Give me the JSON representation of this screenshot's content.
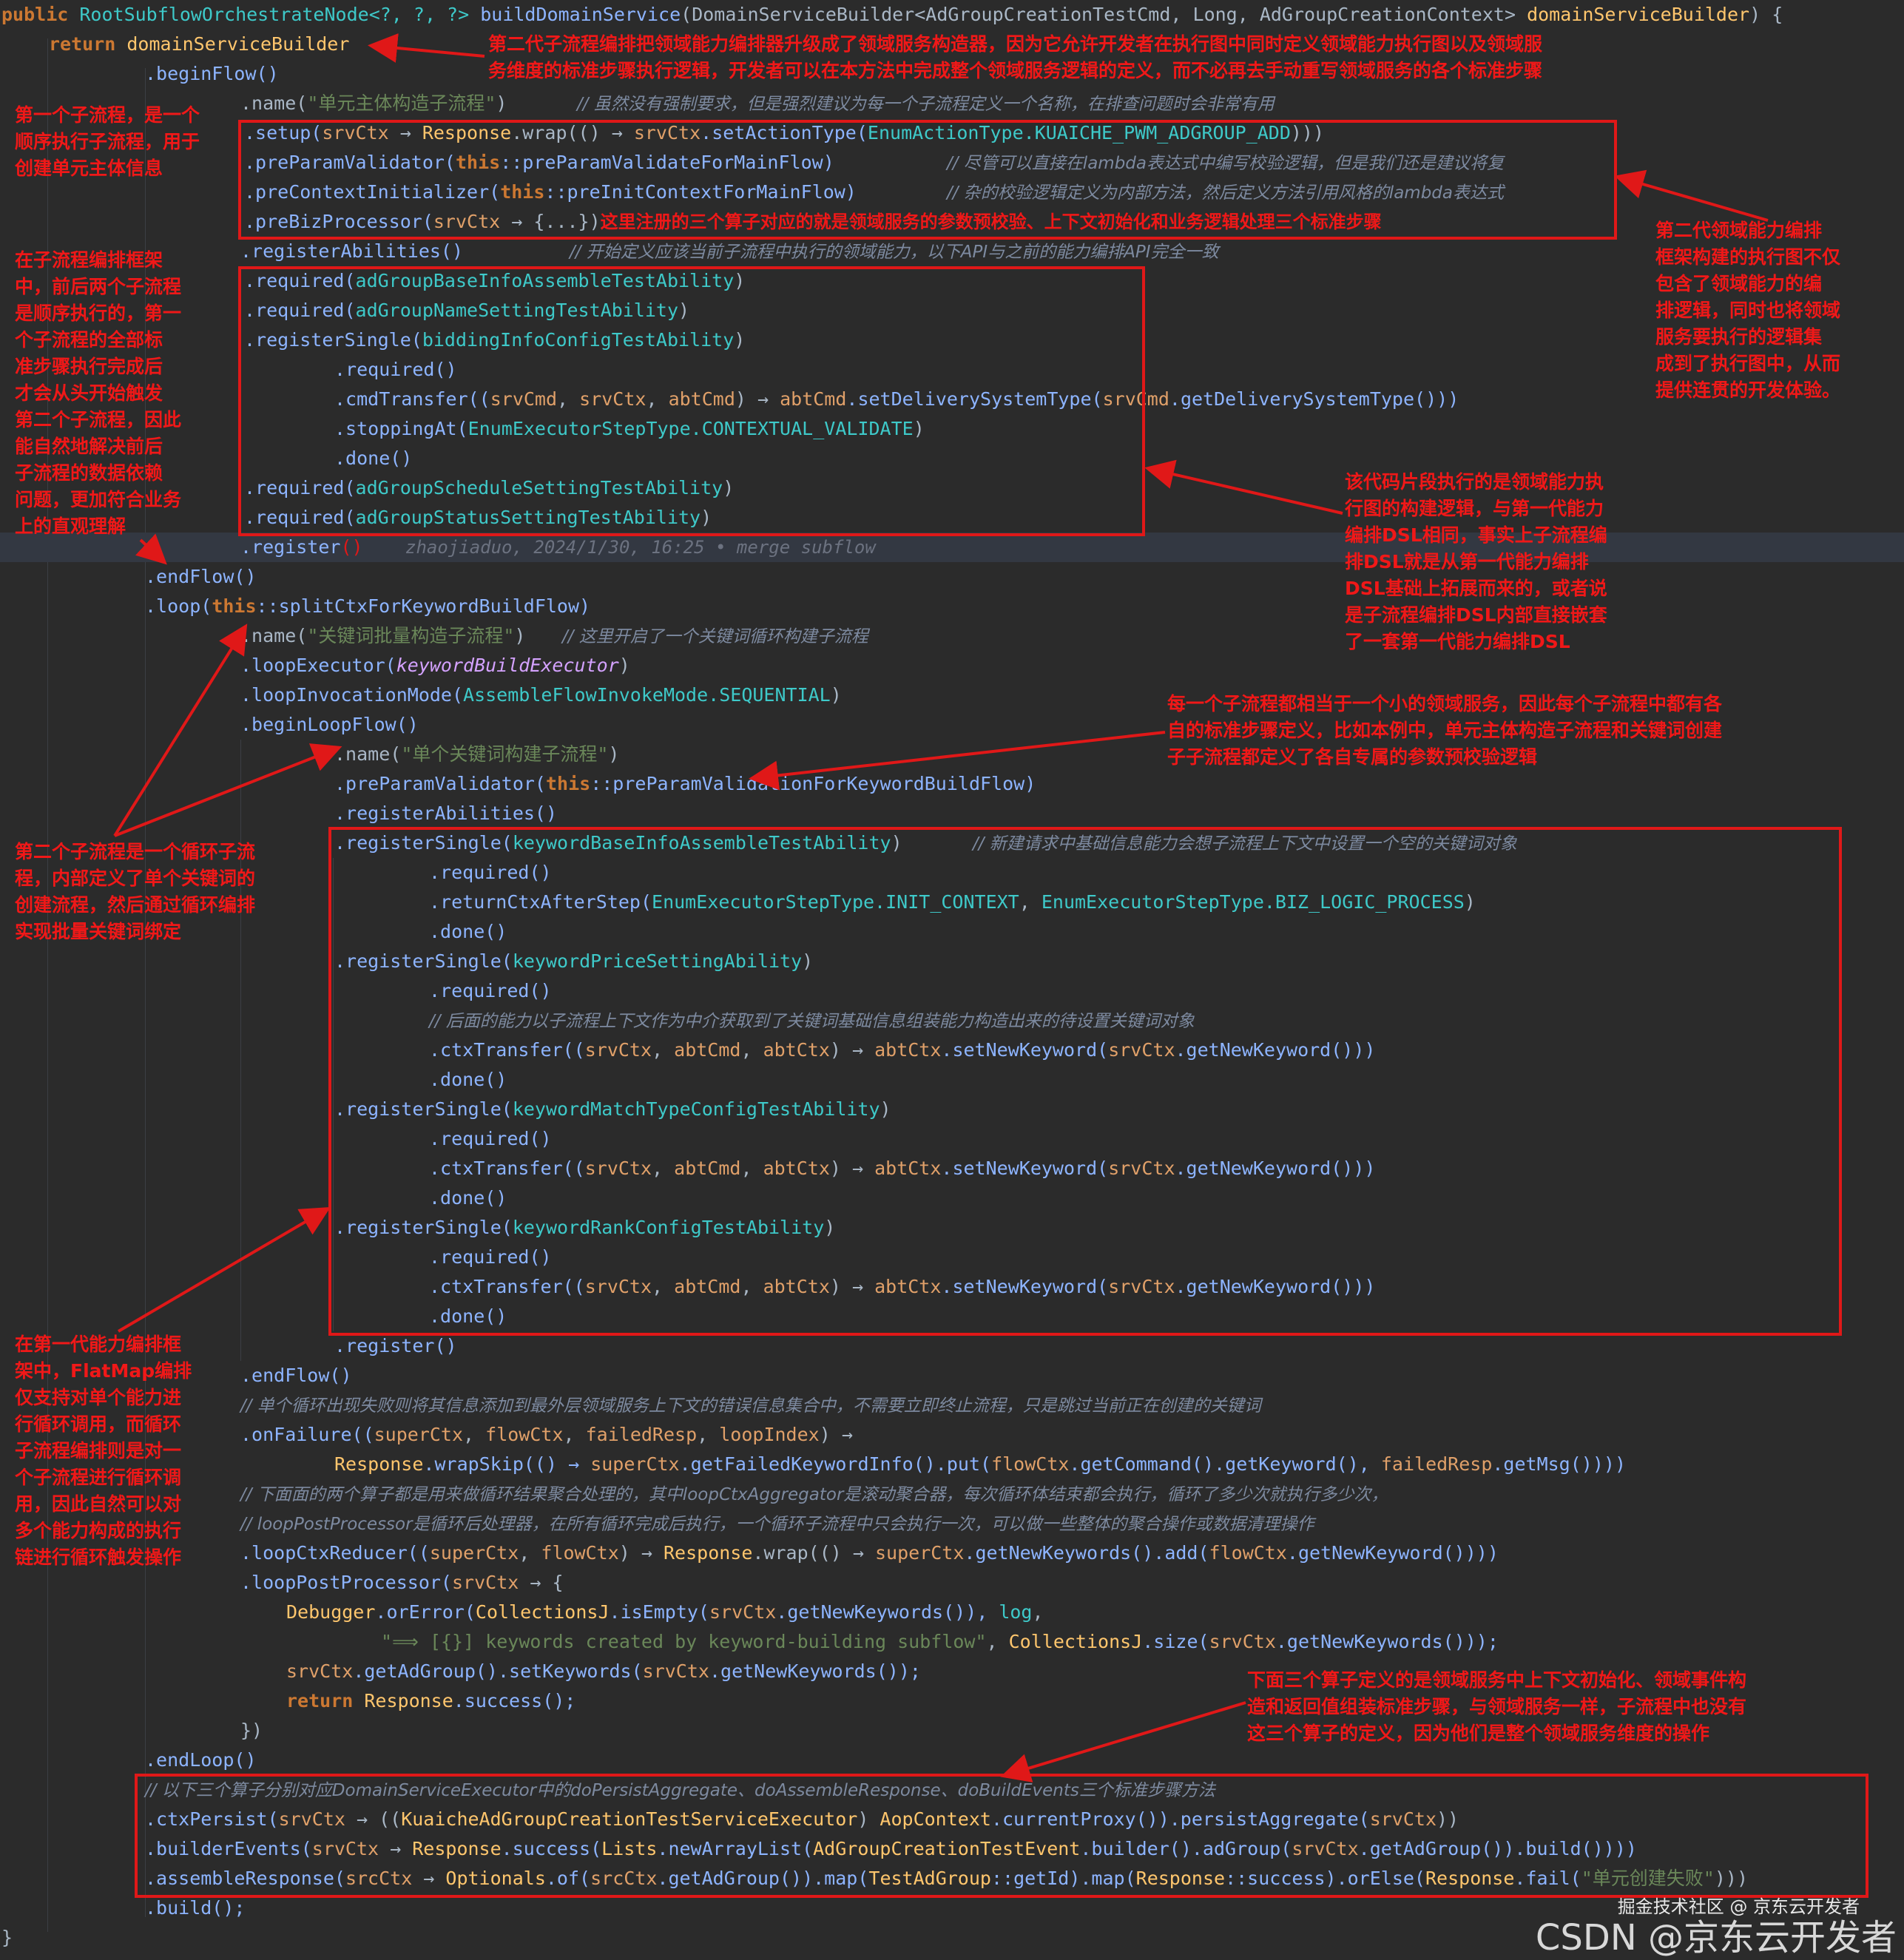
{
  "code": {
    "l01_a": "public ",
    "l01_b": "RootSubflowOrchestrateNode<?, ?, ?> ",
    "l01_c": "buildDomainService",
    "l01_d": "(DomainServiceBuilder<AdGroupCreationTestCmd, Long, AdGroupCreationContext> ",
    "l01_e": "domainServiceBuilder",
    "l01_f": ") {",
    "l02_a": "return ",
    "l02_b": "domainServiceBuilder",
    "l03": ".beginFlow()",
    "l04_a": ".name(",
    "l04_b": "\"单元主体构造子流程\"",
    "l04_c": ")",
    "l04_d": "// 虽然没有强制要求，但是强烈建议为每一个子流程定义一个名称，在排查问题时会非常有用",
    "l05_a": ".setup(",
    "l05_b": "srvCtx",
    "l05_c": " → ",
    "l05_d": "Response",
    "l05_e": ".wrap(() → ",
    "l05_f": "srvCtx",
    "l05_g": ".setActionType(",
    "l05_h": "EnumActionType.KUAICHE_PWM_ADGROUP_ADD",
    "l05_i": ")))",
    "l06_a": ".preParamValidator(",
    "l06_b": "this",
    "l06_c": "::preParamValidateForMainFlow)",
    "l06_d": "// 尽管可以直接在lambda表达式中编写校验逻辑，但是我们还是建议将复",
    "l07_a": ".preContextInitializer(",
    "l07_b": "this",
    "l07_c": "::preInitContextForMainFlow)",
    "l07_d": "// 杂的校验逻辑定义为内部方法，然后定义方法引用风格的lambda表达式",
    "l08_a": ".preBizProcessor(",
    "l08_b": "srvCtx",
    "l08_c": " → {...})",
    "l08_d": "这里注册的三个算子对应的就是领域服务的参数预校验、上下文初始化和业务逻辑处理三个标准步骤",
    "l09_a": ".registerAbilities()",
    "l09_b": "// 开始定义应该当前子流程中执行的领域能力，以下API与之前的能力编排API完全一致",
    "l10_a": ".required(",
    "l10_b": "adGroupBaseInfoAssembleTestAbility",
    "l10_c": ")",
    "l11_a": ".required(",
    "l11_b": "adGroupNameSettingTestAbility",
    "l11_c": ")",
    "l12_a": ".registerSingle(",
    "l12_b": "biddingInfoConfigTestAbility",
    "l12_c": ")",
    "l13": ".required()",
    "l14_a": ".cmdTransfer((",
    "l14_b": "srvCmd",
    "l14_c": ", ",
    "l14_d": "srvCtx",
    "l14_e": ", ",
    "l14_f": "abtCmd",
    "l14_g": ") → ",
    "l14_h": "abtCmd",
    "l14_i": ".setDeliverySystemType(",
    "l14_j": "srvCmd",
    "l14_k": ".getDeliverySystemType()))",
    "l15_a": ".stoppingAt(",
    "l15_b": "EnumExecutorStepType.CONTEXTUAL_VALIDATE",
    "l15_c": ")",
    "l16": ".done()",
    "l17_a": ".required(",
    "l17_b": "adGroupScheduleSettingTestAbility",
    "l17_c": ")",
    "l18_a": ".required(",
    "l18_b": "adGroupStatusSettingTestAbility",
    "l18_c": ")",
    "l19_a": ".register",
    "l19_b": "()",
    "l19_blame": "zhaojiaduo, 2024/1/30, 16:25 • merge subflow",
    "l20": ".endFlow()",
    "l21_a": ".loop(",
    "l21_b": "this",
    "l21_c": "::splitCtxForKeywordBuildFlow)",
    "l22_a": ".name(",
    "l22_b": "\"关键词批量构造子流程\"",
    "l22_c": ")",
    "l22_d": "// 这里开启了一个关键词循环构建子流程",
    "l23_a": ".loopExecutor(",
    "l23_b": "keywordBuildExecutor",
    "l23_c": ")",
    "l24_a": ".loopInvocationMode(",
    "l24_b": "AssembleFlowInvokeMode.SEQUENTIAL",
    "l24_c": ")",
    "l25": ".beginLoopFlow()",
    "l26_a": ".name(",
    "l26_b": "\"单个关键词构建子流程\"",
    "l26_c": ")",
    "l27_a": ".preParamValidator(",
    "l27_b": "this",
    "l27_c": "::preParamValidationForKeywordBuildFlow)",
    "l28": ".registerAbilities()",
    "l29_a": ".registerSingle(",
    "l29_b": "keywordBaseInfoAssembleTestAbility",
    "l29_c": ")",
    "l29_d": "// 新建请求中基础信息能力会想子流程上下文中设置一个空的关键词对象",
    "l30": ".required()",
    "l31_a": ".returnCtxAfterStep(",
    "l31_b": "EnumExecutorStepType.INIT_CONTEXT",
    "l31_c": ", ",
    "l31_d": "EnumExecutorStepType.BIZ_LOGIC_PROCESS",
    "l31_e": ")",
    "l32": ".done()",
    "l33_a": ".registerSingle(",
    "l33_b": "keywordPriceSettingAbility",
    "l33_c": ")",
    "l34": ".required()",
    "l35": "// 后面的能力以子流程上下文作为中介获取到了关键词基础信息组装能力构造出来的待设置关键词对象",
    "l36_a": ".ctxTransfer((",
    "l36_b": "srvCtx",
    "l36_c": ", ",
    "l36_d": "abtCmd",
    "l36_e": ", ",
    "l36_f": "abtCtx",
    "l36_g": ") → ",
    "l36_h": "abtCtx",
    "l36_i": ".setNewKeyword(",
    "l36_j": "srvCtx",
    "l36_k": ".getNewKeyword()))",
    "l37": ".done()",
    "l38_a": ".registerSingle(",
    "l38_b": "keywordMatchTypeConfigTestAbility",
    "l38_c": ")",
    "l39": ".required()",
    "l40_a": ".ctxTransfer((",
    "l40_b": "srvCtx",
    "l40_c": ", ",
    "l40_d": "abtCmd",
    "l40_e": ", ",
    "l40_f": "abtCtx",
    "l40_g": ") → ",
    "l40_h": "abtCtx",
    "l40_i": ".setNewKeyword(",
    "l40_j": "srvCtx",
    "l40_k": ".getNewKeyword()))",
    "l41": ".done()",
    "l42_a": ".registerSingle(",
    "l42_b": "keywordRankConfigTestAbility",
    "l42_c": ")",
    "l43": ".required()",
    "l44_a": ".ctxTransfer((",
    "l44_b": "srvCtx",
    "l44_c": ", ",
    "l44_d": "abtCmd",
    "l44_e": ", ",
    "l44_f": "abtCtx",
    "l44_g": ") → ",
    "l44_h": "abtCtx",
    "l44_i": ".setNewKeyword(",
    "l44_j": "srvCtx",
    "l44_k": ".getNewKeyword()))",
    "l45": ".done()",
    "l46": ".register()",
    "l47": ".endFlow()",
    "l48": "// 单个循环出现失败则将其信息添加到最外层领域服务上下文的错误信息集合中，不需要立即终止流程，只是跳过当前正在创建的关键词",
    "l49_a": ".onFailure((",
    "l49_b": "superCtx",
    "l49_c": ", ",
    "l49_d": "flowCtx",
    "l49_e": ", ",
    "l49_f": "failedResp",
    "l49_g": ", ",
    "l49_h": "loopIndex",
    "l49_i": ") →",
    "l50_a": "Response",
    "l50_b": ".wrapSkip(() → ",
    "l50_c": "superCtx",
    "l50_d": ".getFailedKeywordInfo().put(",
    "l50_e": "flowCtx",
    "l50_f": ".getCommand().getKeyword(), ",
    "l50_g": "failedResp",
    "l50_h": ".getMsg())))",
    "l51": "// 下面面的两个算子都是用来做循环结果聚合处理的，其中loopCtxAggregator是滚动聚合器，每次循环体结束都会执行，循环了多少次就执行多少次，",
    "l52": "// loopPostProcessor是循环后处理器，在所有循环完成后执行，一个循环子流程中只会执行一次，可以做一些整体的聚合操作或数据清理操作",
    "l53_a": ".loopCtxReducer((",
    "l53_b": "superCtx",
    "l53_c": ", ",
    "l53_d": "flowCtx",
    "l53_e": ") → ",
    "l53_f": "Response",
    "l53_g": ".wrap(() → ",
    "l53_h": "superCtx",
    "l53_i": ".getNewKeywords().add(",
    "l53_j": "flowCtx",
    "l53_k": ".getNewKeyword())))",
    "l54_a": ".loopPostProcessor(",
    "l54_b": "srvCtx",
    "l54_c": " → {",
    "l55_a": "Debugger",
    "l55_b": ".orError(",
    "l55_c": "CollectionsJ",
    "l55_d": ".isEmpty(",
    "l55_e": "srvCtx",
    "l55_f": ".getNewKeywords()), ",
    "l55_g": "log",
    "l55_h": ",",
    "l56_a": "\"⟹ [{}] keywords created by keyword-building subflow\"",
    "l56_b": ", ",
    "l56_c": "CollectionsJ",
    "l56_d": ".size(",
    "l56_e": "srvCtx",
    "l56_f": ".getNewKeywords()));",
    "l57_a": "srvCtx",
    "l57_b": ".getAdGroup().setKeywords(",
    "l57_c": "srvCtx",
    "l57_d": ".getNewKeywords());",
    "l58_a": "return ",
    "l58_b": "Response",
    "l58_c": ".success();",
    "l59": "})",
    "l60": ".endLoop()",
    "l61": "// 以下三个算子分别对应DomainServiceExecutor中的doPersistAggregate、doAssembleResponse、doBuildEvents三个标准步骤方法",
    "l62_a": ".ctxPersist(",
    "l62_b": "srvCtx",
    "l62_c": " → ((",
    "l62_d": "KuaicheAdGroupCreationTestServiceExecutor",
    "l62_e": ") ",
    "l62_f": "AopContext",
    "l62_g": ".currentProxy()).persistAggregate(",
    "l62_h": "srvCtx",
    "l62_i": "))",
    "l63_a": ".builderEvents(",
    "l63_b": "srvCtx",
    "l63_c": " → ",
    "l63_d": "Response",
    "l63_e": ".success(",
    "l63_f": "Lists",
    "l63_g": ".newArrayList(",
    "l63_h": "AdGroupCreationTestEvent",
    "l63_i": ".builder().adGroup(",
    "l63_j": "srvCtx",
    "l63_k": ".getAdGroup()).build())))",
    "l64_a": ".assembleResponse(",
    "l64_b": "srcCtx",
    "l64_c": " → ",
    "l64_d": "Optionals",
    "l64_e": ".of(",
    "l64_f": "srcCtx",
    "l64_g": ".getAdGroup()).map(",
    "l64_h": "TestAdGroup",
    "l64_i": "::getId).map(",
    "l64_j": "Response",
    "l64_k": "::success).orElse(",
    "l64_l": "Response",
    "l64_m": ".fail(",
    "l64_n": "\"单元创建失败\"",
    "l64_o": ")))",
    "l65": ".build();",
    "l66": "}"
  },
  "annotations": {
    "a1": [
      "第二代子流程编排把领域能力编排器升级成了领域服务构造器，因为它允许开发者在执行图中同时定义领域能力执行图以及领域服",
      "务维度的标准步骤执行逻辑，开发者可以在本方法中完成整个领域服务逻辑的定义，而不必再去手动重写领域服务的各个标准步骤"
    ],
    "a2": [
      "第一个子流程，是一个",
      "顺序执行子流程，用于",
      "创建单元主体信息"
    ],
    "a3": [
      "在子流程编排框架",
      "中，前后两个子流程",
      "是顺序执行的，第一",
      "个子流程的全部标",
      "准步骤执行完成后",
      "才会从头开始触发",
      "第二个子流程，因此",
      "能自然地解决前后",
      "子流程的数据依赖",
      "问题，更加符合业务",
      "上的直观理解"
    ],
    "a4": [
      "第二代领域能力编排",
      "框架构建的执行图不仅",
      "包含了领域能力的编",
      "排逻辑，同时也将领域",
      "服务要执行的逻辑集",
      "成到了执行图中，从而",
      "提供连贯的开发体验。"
    ],
    "a5": [
      "该代码片段执行的是领域能力执",
      "行图的构建逻辑，与第一代能力",
      "编排DSL相同，事实上子流程编",
      "排DSL就是从第一代能力编排",
      "DSL基础上拓展而来的，或者说",
      "是子流程编排DSL内部直接嵌套",
      "了一套第一代能力编排DSL"
    ],
    "a6": [
      "每一个子流程都相当于一个小的领域服务，因此每个子流程中都有各",
      "自的标准步骤定义，比如本例中，单元主体构造子流程和关键词创建",
      "子子流程都定义了各自专属的参数预校验逻辑"
    ],
    "a7": [
      "第二个子流程是一个循环子流",
      "程，内部定义了单个关键词的",
      "创建流程，然后通过循环编排",
      "实现批量关键词绑定"
    ],
    "a8": [
      "在第一代能力编排框",
      "架中，FlatMap编排",
      "仅支持对单个能力进",
      "行循环调用，而循环",
      "子流程编排则是对一",
      "个子流程进行循环调",
      "用，因此自然可以对",
      "多个能力构成的执行",
      "链进行循环触发操作"
    ],
    "a9": [
      "下面三个算子定义的是领域服务中上下文初始化、领域事件构",
      "造和返回值组装标准步骤，与领域服务一样，子流程中也没有",
      "这三个算子的定义，因为他们是整个领域服务维度的操作"
    ]
  },
  "watermark": {
    "small": "掘金技术社区 @ 京东云开发者",
    "large": "CSDN @京东云开发者"
  },
  "colors": {
    "background": "#2b2b2b",
    "annotation": "#f01818",
    "keyword": "#cc7832",
    "string": "#6a8759",
    "method": "#8db4ff",
    "variable": "#e0a069"
  }
}
